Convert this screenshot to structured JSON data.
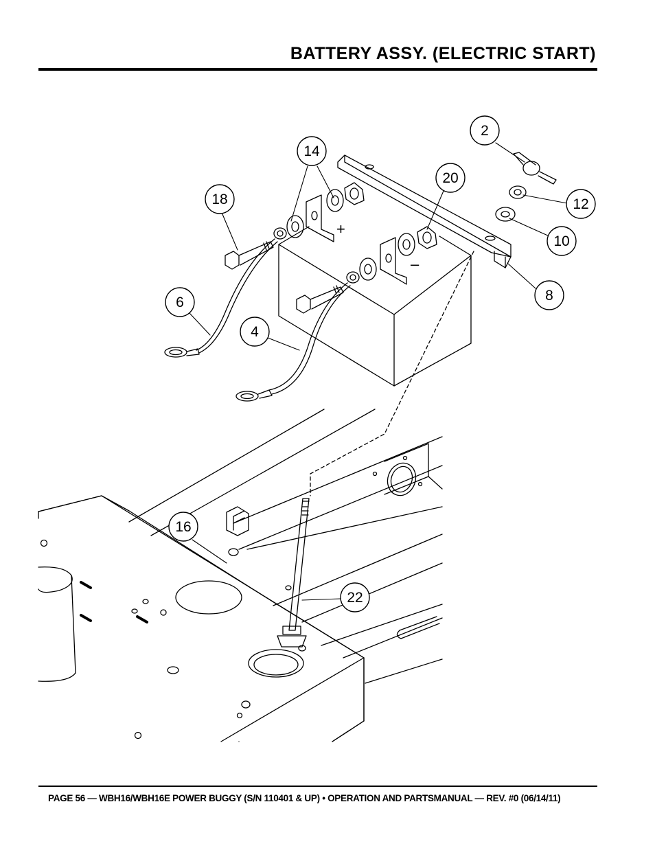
{
  "header": {
    "title": "BATTERY ASSY. (ELECTRIC START)"
  },
  "callouts": [
    {
      "id": "callout-2",
      "label": "2"
    },
    {
      "id": "callout-14",
      "label": "14"
    },
    {
      "id": "callout-20",
      "label": "20"
    },
    {
      "id": "callout-18",
      "label": "18"
    },
    {
      "id": "callout-12",
      "label": "12"
    },
    {
      "id": "callout-10",
      "label": "10"
    },
    {
      "id": "callout-8",
      "label": "8"
    },
    {
      "id": "callout-6",
      "label": "6"
    },
    {
      "id": "callout-4",
      "label": "4"
    },
    {
      "id": "callout-16",
      "label": "16"
    },
    {
      "id": "callout-22",
      "label": "22"
    }
  ],
  "terminal_marks": {
    "positive": "+",
    "negative": "–"
  },
  "footer": {
    "text": "PAGE 56 — WBH16/WBH16E POWER BUGGY (S/N 110401 & UP) • OPERATION AND PARTSMANUAL — REV. #0 (06/14/11)"
  }
}
